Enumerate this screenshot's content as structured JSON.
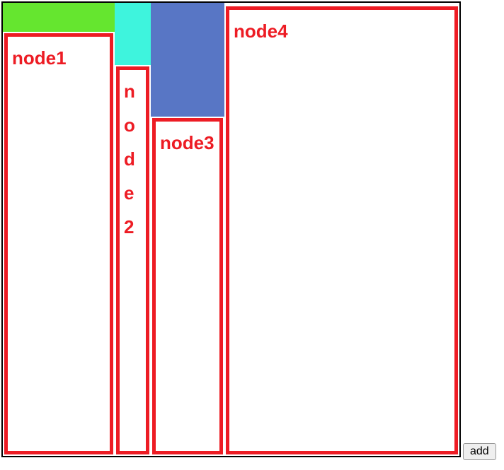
{
  "columns": [
    {
      "node_label": "node1",
      "block_color": "#65e62f"
    },
    {
      "node_label": "node2",
      "block_color": "#3ef4dd"
    },
    {
      "node_label": "node3",
      "block_color": "#5876c5"
    },
    {
      "node_label": "node4",
      "block_color": ""
    }
  ],
  "controls": {
    "add_label": "add"
  },
  "colors": {
    "node_red": "#ed1c24",
    "container_border": "#000000",
    "page_bg": "#ffffff",
    "button_bg": "#efefef",
    "button_border": "#999999",
    "button_text": "#000000"
  }
}
